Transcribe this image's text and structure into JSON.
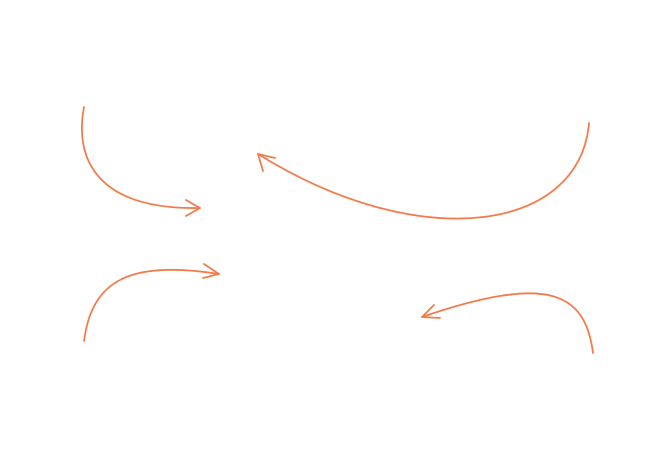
{
  "arrows": [
    {
      "id": "arrow-top-left",
      "color": "#f47c4c",
      "icon": "curved-arrow-right-icon"
    },
    {
      "id": "arrow-top-right",
      "color": "#f47c4c",
      "icon": "curved-arrow-up-left-icon"
    },
    {
      "id": "arrow-bottom-left",
      "color": "#f47c4c",
      "icon": "curved-arrow-right-icon"
    },
    {
      "id": "arrow-bottom-right",
      "color": "#f47c4c",
      "icon": "curved-arrow-left-icon"
    }
  ]
}
